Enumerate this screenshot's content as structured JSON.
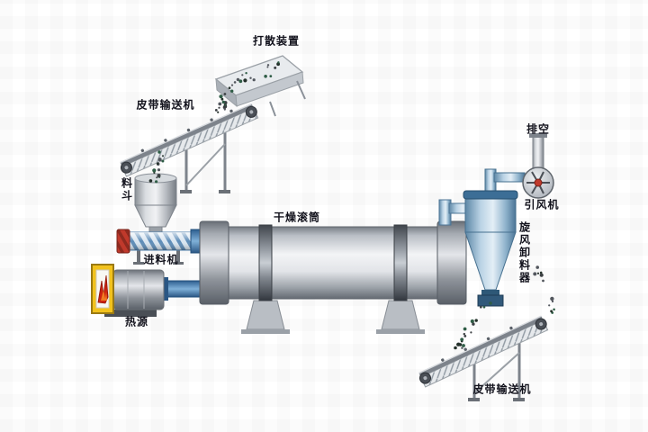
{
  "diagram": {
    "title_hint": "rotary drum dryer process flow",
    "labels": {
      "scattering_device": "打散装置",
      "belt_conveyor_upper": "皮带输送机",
      "hopper": "料斗",
      "feeder": "进料机",
      "heat_source": "热源",
      "rotary_drum": "干燥滚筒",
      "induced_draft_fan": "引风机",
      "exhaust": "排空",
      "cyclone_discharger": "旋风卸料器",
      "belt_conveyor_lower": "皮带输送机"
    },
    "equipment_icons": [
      "scattering-device-icon",
      "belt-conveyor-icon",
      "hopper-icon",
      "screw-feeder-icon",
      "burner-flame-icon",
      "rotary-drum-icon",
      "cyclone-icon",
      "fan-icon",
      "exhaust-stack-icon"
    ],
    "colors": {
      "label_text": "#12121c",
      "metal_light": "#f3f4f6",
      "metal_mid": "#aeb3ba",
      "metal_dark": "#646a72",
      "steel_blue": "#b9d2e4",
      "pipe_blue": "#2d5e8f",
      "cyclone_lid_blue": "#3c6e96",
      "burner_yellow": "#f2c21d",
      "flame_red": "#cc2211",
      "feeder_cap_red": "#c0392b",
      "material_dot": "#3c4043"
    }
  }
}
